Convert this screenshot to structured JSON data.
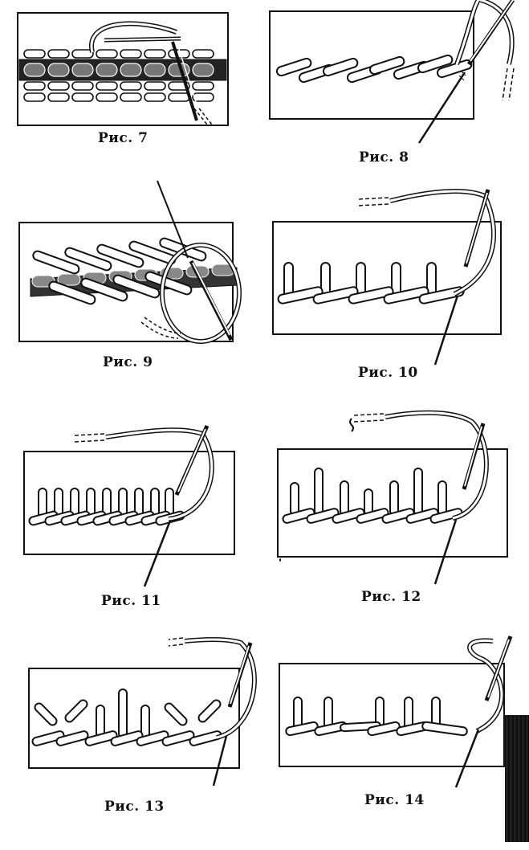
{
  "figures": [
    {
      "id": "fig7",
      "caption": "Рис. 7"
    },
    {
      "id": "fig8",
      "caption": "Рис. 8"
    },
    {
      "id": "fig9",
      "caption": "Рис. 9"
    },
    {
      "id": "fig10",
      "caption": "Рис. 10"
    },
    {
      "id": "fig11",
      "caption": "Рис. 11"
    },
    {
      "id": "fig12",
      "caption": "Рис. 12"
    },
    {
      "id": "fig13",
      "caption": "Рис. 13"
    },
    {
      "id": "fig14",
      "caption": "Рис. 14"
    }
  ],
  "colors": {
    "ink": "#111111",
    "paper": "#ffffff"
  }
}
